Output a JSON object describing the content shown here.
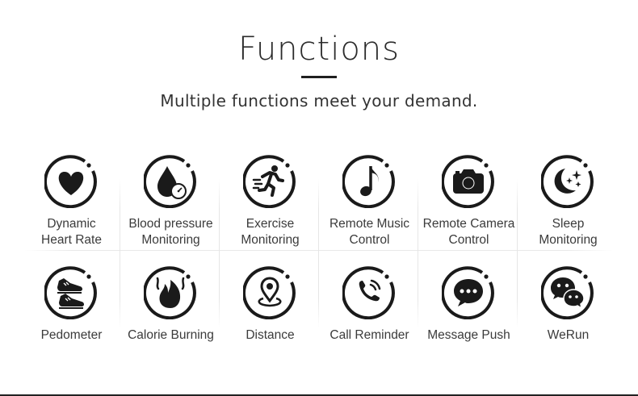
{
  "header": {
    "title": "Functions",
    "subtitle": "Multiple functions meet your demand."
  },
  "features": [
    {
      "icon": "heart-icon",
      "label_lines": [
        "Dynamic",
        "Heart Rate"
      ]
    },
    {
      "icon": "blood-drop-gauge-icon",
      "label_lines": [
        "Blood pressure",
        "Monitoring"
      ]
    },
    {
      "icon": "running-person-icon",
      "label_lines": [
        "Exercise",
        "Monitoring"
      ]
    },
    {
      "icon": "music-note-icon",
      "label_lines": [
        "Remote Music",
        "Control"
      ]
    },
    {
      "icon": "camera-icon",
      "label_lines": [
        "Remote Camera",
        "Control"
      ]
    },
    {
      "icon": "moon-stars-icon",
      "label_lines": [
        "Sleep",
        "Monitoring"
      ]
    },
    {
      "icon": "sneakers-icon",
      "label_lines": [
        "Pedometer"
      ]
    },
    {
      "icon": "flame-icon",
      "label_lines": [
        "Calorie Burning"
      ]
    },
    {
      "icon": "location-pin-icon",
      "label_lines": [
        "Distance"
      ]
    },
    {
      "icon": "phone-ringing-icon",
      "label_lines": [
        "Call Reminder"
      ]
    },
    {
      "icon": "chat-bubble-icon",
      "label_lines": [
        "Message Push"
      ]
    },
    {
      "icon": "wechat-icon",
      "label_lines": [
        "WeRun"
      ]
    }
  ],
  "colors": {
    "icon": "#1a1a1a",
    "text": "#3b3b3b",
    "divider": "#e6e6e6"
  }
}
